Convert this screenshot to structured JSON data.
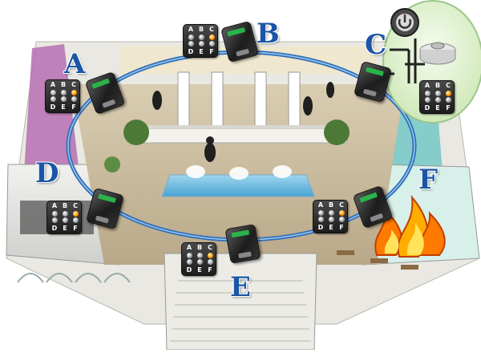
{
  "zones": [
    {
      "id": "A",
      "label": "A"
    },
    {
      "id": "B",
      "label": "B"
    },
    {
      "id": "C",
      "label": "C"
    },
    {
      "id": "D",
      "label": "D"
    },
    {
      "id": "E",
      "label": "E"
    },
    {
      "id": "F",
      "label": "F"
    }
  ],
  "channel_labels": [
    "A",
    "B",
    "C",
    "D",
    "E",
    "F"
  ],
  "colors": {
    "ring": "#2f6fb8",
    "zone_letter": "#1b55a6",
    "led_active": "#ff9a00",
    "led_idle": "#9aa0a6",
    "flame": "#ff7a00",
    "device_badge_bg": "#e4f5d4"
  },
  "icons": [
    "power-button-icon",
    "smoke-detector-icon",
    "fire-flame-icon",
    "io-module-icon"
  ]
}
